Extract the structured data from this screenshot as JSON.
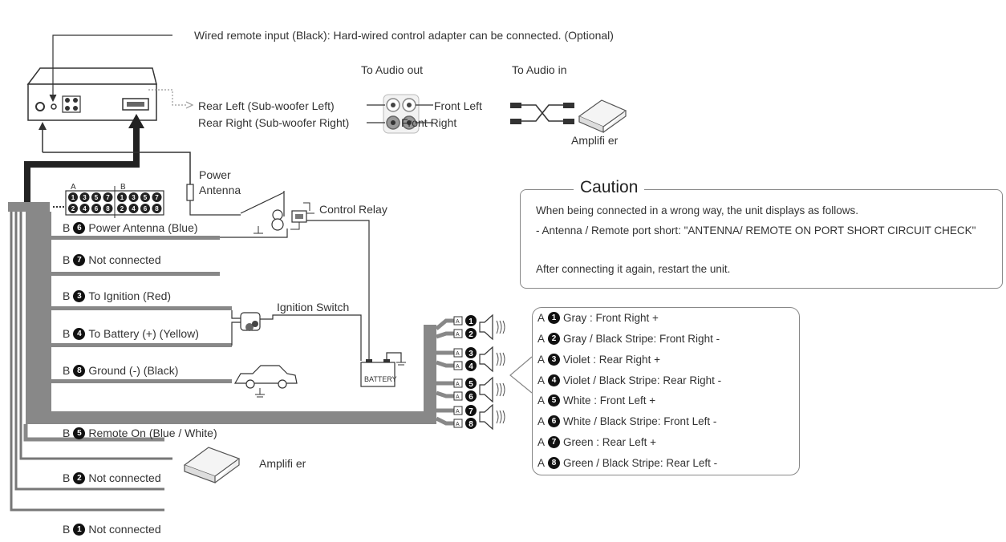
{
  "header": {
    "remote_input": "Wired remote input (Black): Hard-wired control adapter can be connected. (Optional)",
    "to_audio_out": "To Audio out",
    "to_audio_in": "To Audio in",
    "rear_left": "Rear Left (Sub-woofer Left)",
    "rear_right": "Rear Right (Sub-woofer Right)",
    "front_left": "Front Left",
    "front_right": "Front Right",
    "amplifier_top": "Amplifi er"
  },
  "connector": {
    "label_a": "A",
    "label_b": "B",
    "top_row": [
      "1",
      "3",
      "5",
      "7",
      "1",
      "3",
      "5",
      "7"
    ],
    "bottom_row": [
      "2",
      "4",
      "6",
      "8",
      "2",
      "4",
      "6",
      "8"
    ]
  },
  "power_antenna": "Power\nAntenna",
  "power_antenna_line1": "Power",
  "power_antenna_line2": "Antenna",
  "control_relay": "Control Relay",
  "ignition_switch": "Ignition Switch",
  "battery": "BATTERY",
  "amplifier_bottom": "Amplifi er",
  "wires": [
    {
      "prefix": "B",
      "num": "6",
      "text": "Power Antenna (Blue)"
    },
    {
      "prefix": "B",
      "num": "7",
      "text": "Not connected"
    },
    {
      "prefix": "B",
      "num": "3",
      "text": "To Ignition (Red)"
    },
    {
      "prefix": "B",
      "num": "4",
      "text": "To Battery (+) (Yellow)"
    },
    {
      "prefix": "B",
      "num": "8",
      "text": "Ground (-) (Black)"
    },
    {
      "prefix": "B",
      "num": "5",
      "text": "Remote On (Blue / White)"
    },
    {
      "prefix": "B",
      "num": "2",
      "text": "Not connected"
    },
    {
      "prefix": "B",
      "num": "1",
      "text": "Not connected"
    }
  ],
  "caution": {
    "title": "Caution",
    "lines": [
      "When being connected in a wrong way, the unit displays as follows.",
      "- Antenna / Remote port short: \"ANTENNA/ REMOTE ON PORT SHORT CIRCUIT CHECK\"",
      "After connecting it again, restart the unit."
    ]
  },
  "speakers": [
    {
      "prefix": "A",
      "num": "1",
      "text": "Gray : Front Right +"
    },
    {
      "prefix": "A",
      "num": "2",
      "text": "Gray / Black Stripe: Front Right -"
    },
    {
      "prefix": "A",
      "num": "3",
      "text": "Violet : Rear Right +"
    },
    {
      "prefix": "A",
      "num": "4",
      "text": "Violet / Black Stripe: Rear Right -"
    },
    {
      "prefix": "A",
      "num": "5",
      "text": "White : Front Left +"
    },
    {
      "prefix": "A",
      "num": "6",
      "text": "White / Black Stripe: Front Left -"
    },
    {
      "prefix": "A",
      "num": "7",
      "text": "Green : Rear Left +"
    },
    {
      "prefix": "A",
      "num": "8",
      "text": "Green / Black Stripe: Rear Left -"
    }
  ],
  "speaker_plug_labels": [
    "1",
    "2",
    "3",
    "4",
    "5",
    "6",
    "7",
    "8"
  ],
  "speaker_plug_a": "A"
}
